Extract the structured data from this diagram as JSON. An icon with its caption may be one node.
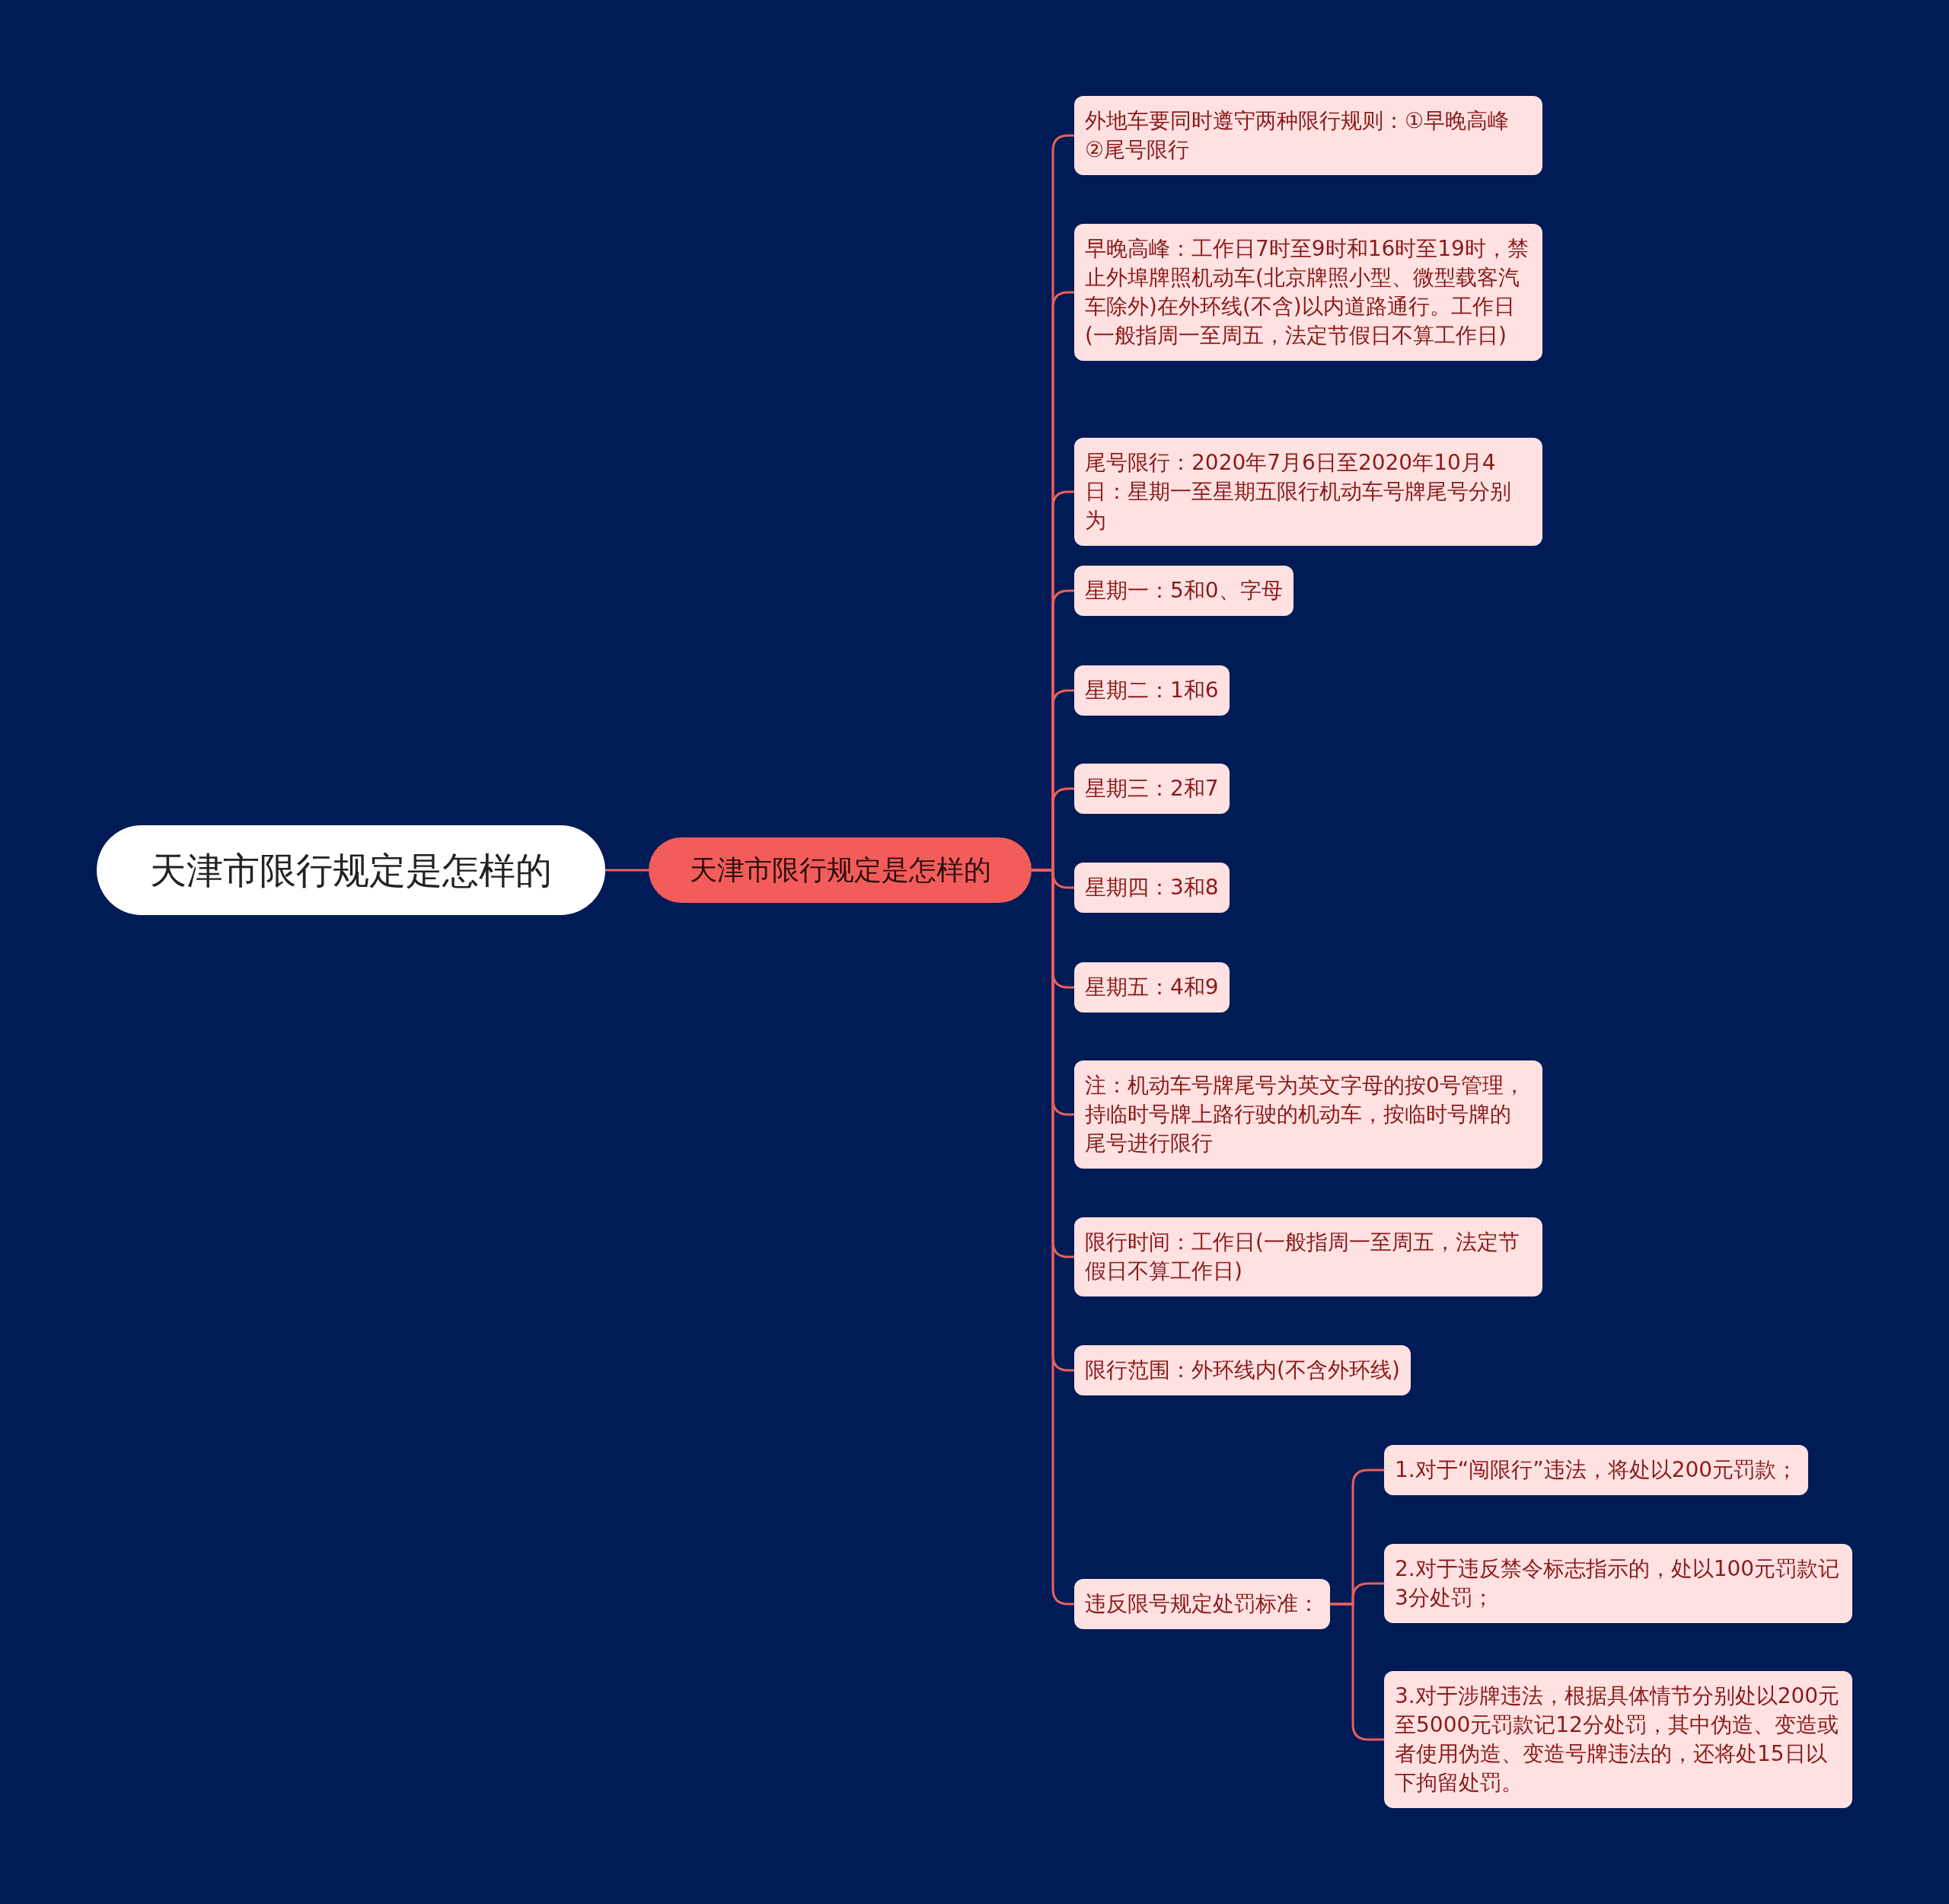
{
  "diagram": {
    "nodes": [
      {
        "text": [
          "天津市限行规定是怎样的"
        ]
      },
      {
        "text": [
          "天津市限行规定是怎样的"
        ]
      },
      {
        "text": [
          "外地车要同时遵守两种限行规则：①早晚高峰 ②尾号限行"
        ]
      },
      {
        "text": [
          "早晚高峰：工作日7时至9时和16时至19时，禁止外埠牌照机动车(北京牌照小型、微型载客汽车除外)在外环线(不含)以内道路通行。工作日(一般指周一至周五，法定节假日不算工作日)"
        ]
      },
      {
        "text": [
          "尾号限行：2020年7月6日至2020年10月4日：星期一至星期五限行机动车号牌尾号分别为"
        ]
      },
      {
        "text": [
          "星期一：5和0、字母"
        ]
      },
      {
        "text": [
          "星期二：1和6"
        ]
      },
      {
        "text": [
          "星期三：2和7"
        ]
      },
      {
        "text": [
          "星期四：3和8"
        ]
      },
      {
        "text": [
          "星期五：4和9"
        ]
      },
      {
        "text": [
          "注：机动车号牌尾号为英文字母的按0号管理，持临时号牌上路行驶的机动车，按临时号牌的尾号进行限行"
        ]
      },
      {
        "text": [
          "限行时间：工作日(一般指周一至周五，法定节假日不算工作日)"
        ]
      },
      {
        "text": [
          "限行范围：外环线内(不含外环线)"
        ]
      },
      {
        "text": [
          "违反限号规定处罚标准："
        ]
      },
      {
        "text": [
          "1.对于“闯限行”违法，将处以200元罚款；"
        ]
      },
      {
        "text": [
          "2.对于违反禁令标志指示的，处以100元罚款记3分处罚；"
        ]
      },
      {
        "text": [
          "3.对于涉牌违法，根据具体情节分别处以200元至5000元罚款记12分处罚，其中伪造、变造或者使用伪造、变造号牌违法的，还将处15日以下拘留处罚。"
        ]
      }
    ],
    "edges": [
      {
        "from": 0,
        "to": 1,
        "arrow": "none"
      },
      {
        "from": 1,
        "to": 2,
        "arrow": "none"
      },
      {
        "from": 1,
        "to": 3,
        "arrow": "none"
      },
      {
        "from": 1,
        "to": 4,
        "arrow": "none"
      },
      {
        "from": 1,
        "to": 5,
        "arrow": "none"
      },
      {
        "from": 1,
        "to": 6,
        "arrow": "none"
      },
      {
        "from": 1,
        "to": 7,
        "arrow": "none"
      },
      {
        "from": 1,
        "to": 8,
        "arrow": "none"
      },
      {
        "from": 1,
        "to": 9,
        "arrow": "none"
      },
      {
        "from": 1,
        "to": 10,
        "arrow": "none"
      },
      {
        "from": 1,
        "to": 11,
        "arrow": "none"
      },
      {
        "from": 1,
        "to": 12,
        "arrow": "none"
      },
      {
        "from": 1,
        "to": 13,
        "arrow": "none"
      },
      {
        "from": 13,
        "to": 14,
        "arrow": "none"
      },
      {
        "from": 13,
        "to": 15,
        "arrow": "none"
      },
      {
        "from": 13,
        "to": 16,
        "arrow": "none"
      }
    ]
  }
}
